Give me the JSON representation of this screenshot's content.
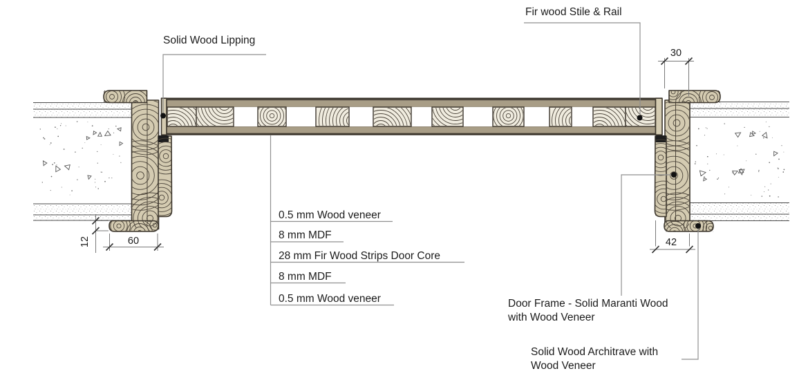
{
  "callouts": {
    "lipping": "Solid Wood Lipping",
    "stile_rail": "Fir wood Stile & Rail",
    "door_frame": {
      "line1": "Door Frame - Solid Maranti Wood",
      "line2": "with Wood Veneer"
    },
    "architrave": {
      "line1": "Solid Wood Architrave with",
      "line2": "Wood Veneer"
    }
  },
  "layers": {
    "veneer_top": "0.5 mm Wood veneer",
    "mdf_top": "8 mm MDF",
    "core": "28 mm Fir Wood Strips Door Core",
    "mdf_bottom": "8 mm MDF",
    "veneer_bottom": "0.5 mm Wood veneer"
  },
  "dimensions": {
    "frame_depth_top": "30",
    "frame_depth_bottom": "42",
    "architrave_width": "60",
    "architrave_thickness": "12"
  },
  "colors": {
    "mdf": "#a89d86",
    "wood": "#d4cbb1",
    "stripbg": "#f0ecdf",
    "outline": "#3a342b",
    "grain": "#4a4339",
    "leader": "#8f8f8f",
    "dim": "#777777",
    "text": "#1a1a1a",
    "seal": "#1e1e1e",
    "stipple": "#8a8a8a"
  }
}
